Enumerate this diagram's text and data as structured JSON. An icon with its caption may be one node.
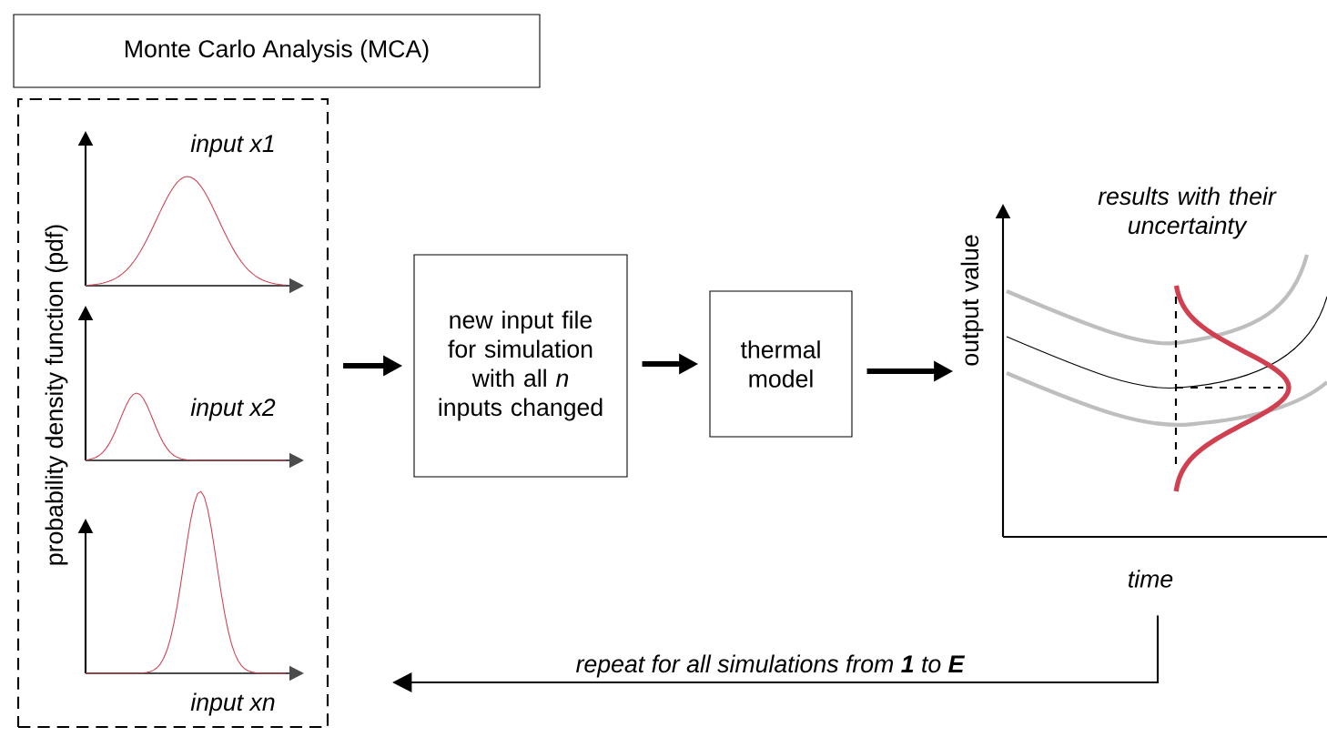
{
  "diagram": {
    "nodes": [
      {
        "text": [
          "Monte Carlo Analysis (MCA)"
        ]
      },
      {
        "text": [
          "probability density function (pdf)"
        ]
      },
      {
        "text": [
          "new input file for simulation with all *n* inputs changed"
        ]
      },
      {
        "text": [
          "thermal model"
        ]
      },
      {
        "text": [],
        "shape": "picture"
      }
    ],
    "edges": [
      {
        "from": 1,
        "to": 2,
        "arrow": "to"
      },
      {
        "from": 2,
        "to": 3,
        "arrow": "to"
      },
      {
        "from": 3,
        "to": 4,
        "arrow": "to"
      },
      {
        "from": 4,
        "to": 1,
        "arrow": "to",
        "label": "repeat for all simulations from **1** to **E**"
      }
    ],
    "labels": [
      "input x1",
      "input x2",
      "input xn",
      "output value",
      "time",
      "results with their uncertainty"
    ]
  }
}
